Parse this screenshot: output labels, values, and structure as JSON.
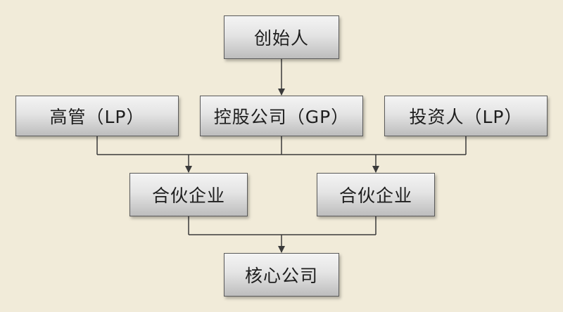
{
  "diagram": {
    "nodes": {
      "founder": "创始人",
      "management": "高管（LP）",
      "holding": "控股公司（GP）",
      "investor": "投资人（LP）",
      "partnership_1": "合伙企业",
      "partnership_2": "合伙企业",
      "core": "核心公司"
    },
    "edges": [
      [
        "founder",
        "holding"
      ],
      [
        "management",
        "partnership_1"
      ],
      [
        "holding",
        "partnership_1"
      ],
      [
        "holding",
        "partnership_2"
      ],
      [
        "investor",
        "partnership_2"
      ],
      [
        "partnership_1",
        "core"
      ],
      [
        "partnership_2",
        "core"
      ]
    ],
    "colors": {
      "background": "#f1ebd9",
      "box_border": "#5a5a5a",
      "connector": "#3a3a3a"
    }
  }
}
